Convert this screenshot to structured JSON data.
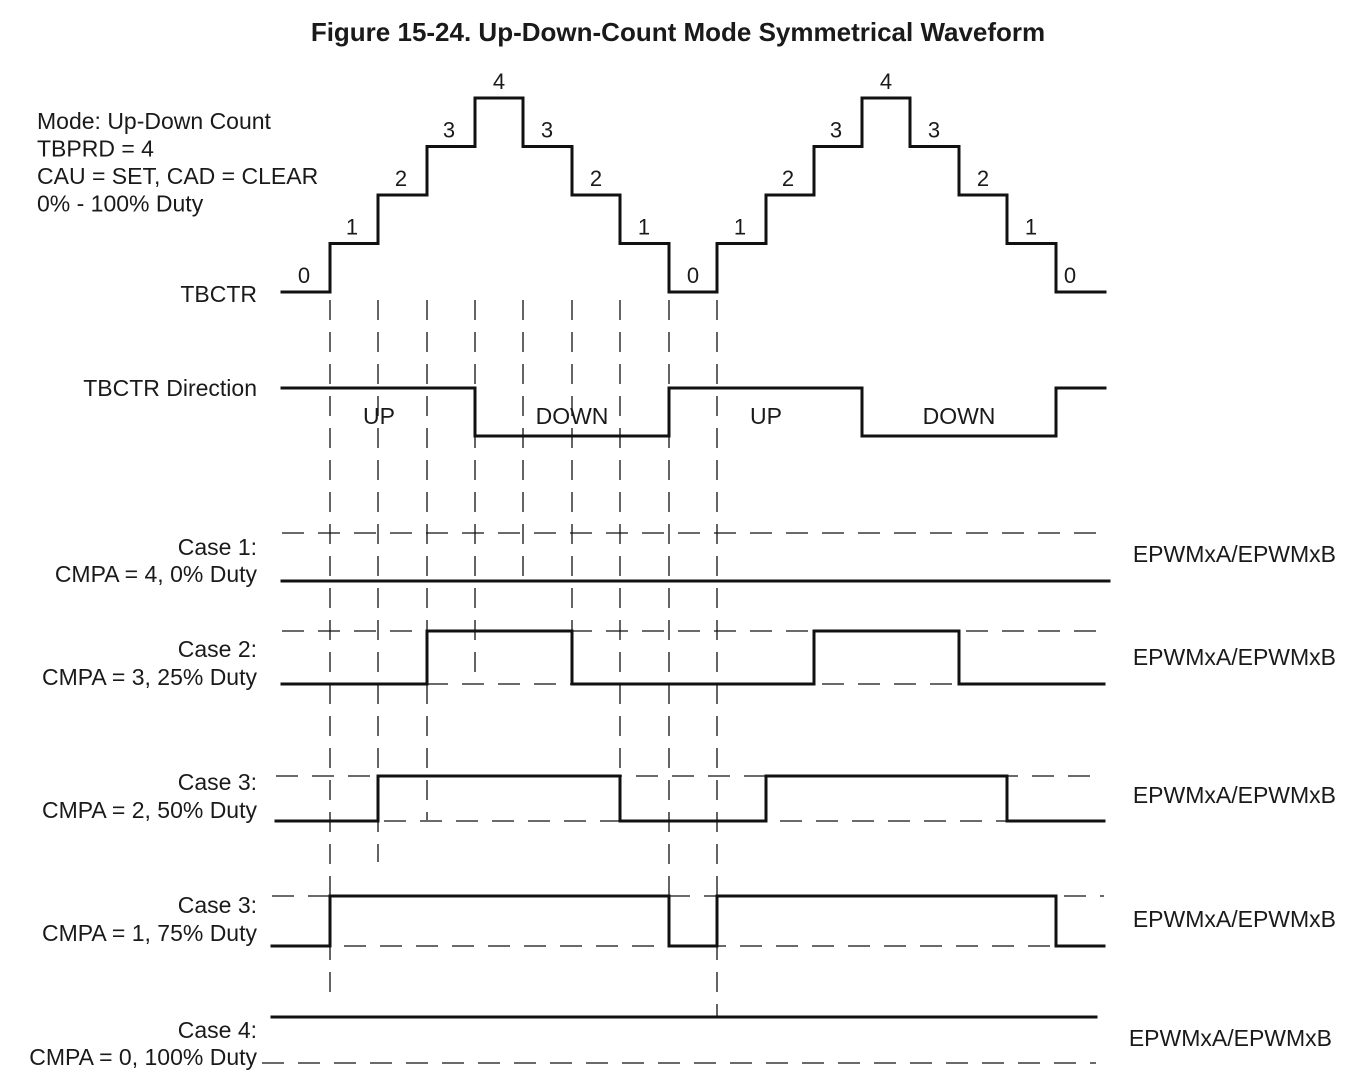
{
  "title": "Figure 15-24. Up-Down-Count Mode Symmetrical Waveform",
  "info_lines": [
    "Mode: Up-Down Count",
    "TBPRD = 4",
    "CAU = SET, CAD = CLEAR",
    "0% - 100% Duty"
  ],
  "counter": {
    "label": "TBCTR",
    "sequence": [
      0,
      1,
      2,
      3,
      4,
      3,
      2,
      1,
      0,
      1,
      2,
      3,
      4,
      3,
      2,
      1,
      0
    ]
  },
  "direction": {
    "label": "TBCTR Direction",
    "segments": [
      "UP",
      "DOWN",
      "UP",
      "DOWN"
    ]
  },
  "cases": [
    {
      "name": "Case 1:",
      "desc": "CMPA = 4,  0% Duty",
      "output": "EPWMxA/EPWMxB",
      "cmpa": 4
    },
    {
      "name": "Case 2:",
      "desc": "CMPA = 3, 25% Duty",
      "output": "EPWMxA/EPWMxB",
      "cmpa": 3
    },
    {
      "name": "Case 3:",
      "desc": "CMPA = 2, 50% Duty",
      "output": "EPWMxA/EPWMxB",
      "cmpa": 2
    },
    {
      "name": "Case 3:",
      "desc": "CMPA = 1, 75% Duty",
      "output": "EPWMxA/EPWMxB",
      "cmpa": 1
    },
    {
      "name": "Case 4:",
      "desc": "CMPA = 0, 100% Duty",
      "output": "EPWMxA/EPWMxB",
      "cmpa": 0
    }
  ]
}
